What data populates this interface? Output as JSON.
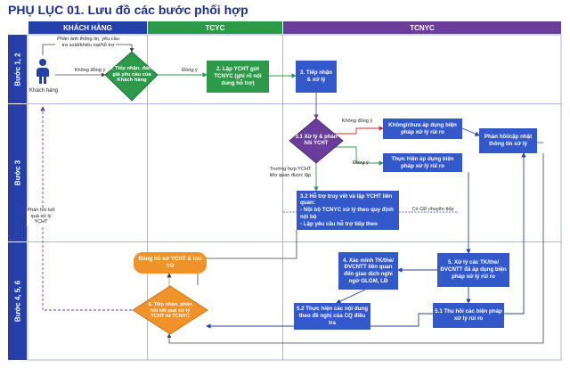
{
  "title": "PHỤ LỤC 01. Lưu đồ các bước phối hợp",
  "lanes": {
    "khach_hang": "KHÁCH HÀNG",
    "tcyc": "TCYC",
    "tcnyc": "TCNYC"
  },
  "rows": {
    "r1": "Bước 1, 2",
    "r2": "Bước 3",
    "r3": "Bước 4, 5, 6"
  },
  "nodes": {
    "khach_hang": "Khách hàng",
    "phan_anh": "Phản ánh thông tin, yêu cầu tra soát/khiếu nại/hỗ trợ",
    "n1": "1. Tiếp nhận, đánh giá yêu cầu của Khách hàng",
    "n2": "2. Lập YCHT gửi TCNYC (ghi rõ nội dung hỗ trợ)",
    "n3": "3. Tiếp nhận & xử lý",
    "n31": "3.1 Xử lý & phản hồi YCHT",
    "khong_dong_y_box": "Không/chưa áp dụng biện pháp xử lý rủi ro",
    "phan_hoi_cap_nhat": "Phản hồi/cập nhật thông tin xử lý",
    "thuc_hien": "Thực hiện áp dụng biện pháp xử lý rủi ro",
    "n32_title": "3.2 Hỗ trợ truy vết và lập YCHT liên quan:",
    "n32_b1": "- Nội bộ TCNYC xử lý theo quy định nội bộ",
    "n32_b2": "- Lập yêu cầu hỗ trợ tiếp theo",
    "n4": "4. Xác minh TK/thẻ/ĐVCNTT liên quan đến giao dịch nghi ngờ GLGM, LĐ",
    "n5": "5. Xử lý các TK/thẻ/ĐVCNTT đã áp dụng biện pháp xử lý rủi ro",
    "n52": "5.2 Thực hiện các nội dung theo đề nghị của CQ điều tra",
    "n51": "5.1 Thu hồi các biện pháp xử lý rủi ro",
    "dong_ho_so": "Đóng hồ sơ YCHT & lưu trữ",
    "n6": "6. Tiếp nhận, phản hồi kết quả xử lý YCHT từ TCNYC"
  },
  "labels": {
    "khong_dong_y_1": "Không đồng ý",
    "dong_y_1": "Đồng ý",
    "khong_dong_y_2": "Không đồng ý",
    "dong_y_2": "Đồng ý",
    "truong_hop": "Trường hợp YCHT liên quan được lập",
    "co_cd": "Có CĐ chuyển tiếp",
    "phan_hoi_ket_qua": "Phản hồi kết quả xử lý YCHT"
  },
  "colors": {
    "navy": "#2540a8",
    "blue": "#3358c9",
    "green": "#2d9a4a",
    "purple": "#6a3d9a",
    "orange": "#f0922a",
    "red": "#d0302a"
  }
}
